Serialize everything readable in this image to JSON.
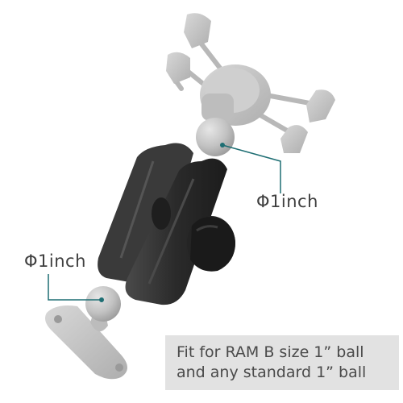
{
  "labels": {
    "diameter_top": "Φ1inch",
    "diameter_bottom": "Φ1inch"
  },
  "caption": {
    "line1": "Fit for RAM B size 1” ball",
    "line2": "and any standard 1” ball"
  },
  "colors": {
    "holder_gray": "#c8c8c8",
    "arm_black": "#2c2c2c",
    "leader_teal": "#1e6e73",
    "caption_bg": "#e2e2e2"
  }
}
